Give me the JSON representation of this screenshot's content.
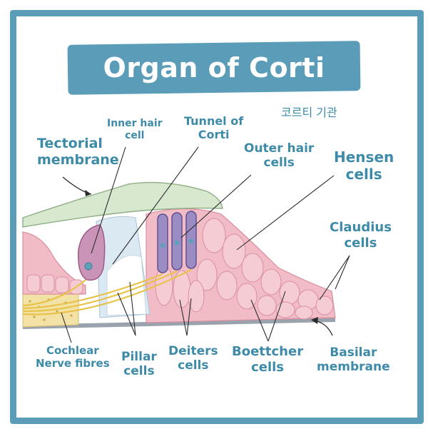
{
  "title": "Organ of Corti",
  "subtitle": "코르티 기관",
  "labels": {
    "inner_hair_cell": [
      "Inner hair",
      "cell"
    ],
    "tunnel_of_corti": [
      "Tunnel of",
      "Corti"
    ],
    "outer_hair_cells": [
      "Outer hair",
      "cells"
    ],
    "hensen_cells": [
      "Hensen",
      "cells"
    ],
    "tectorial_membrane": [
      "Tectorial",
      "membrane"
    ],
    "claudius_cells": [
      "Claudius",
      "cells"
    ],
    "cochlear_nerve_fibres": [
      "Cochlear",
      "Nerve fibres"
    ],
    "pillar_cells": [
      "Pillar",
      "cells"
    ],
    "deiters_cells": [
      "Deiters",
      "cells"
    ],
    "boettcher_cells": [
      "Boettcher",
      "cells"
    ],
    "basilar_membrane": [
      "Basilar",
      "membrane"
    ]
  },
  "colors": {
    "frame": "#5b9db8",
    "label": "#3d8ba8",
    "tissue_pink": "#f2bcc6",
    "tectorial": "#d8e8cf",
    "hair_cell_purple": "#a48fc4",
    "nerve_yellow": "#e8c24a"
  }
}
